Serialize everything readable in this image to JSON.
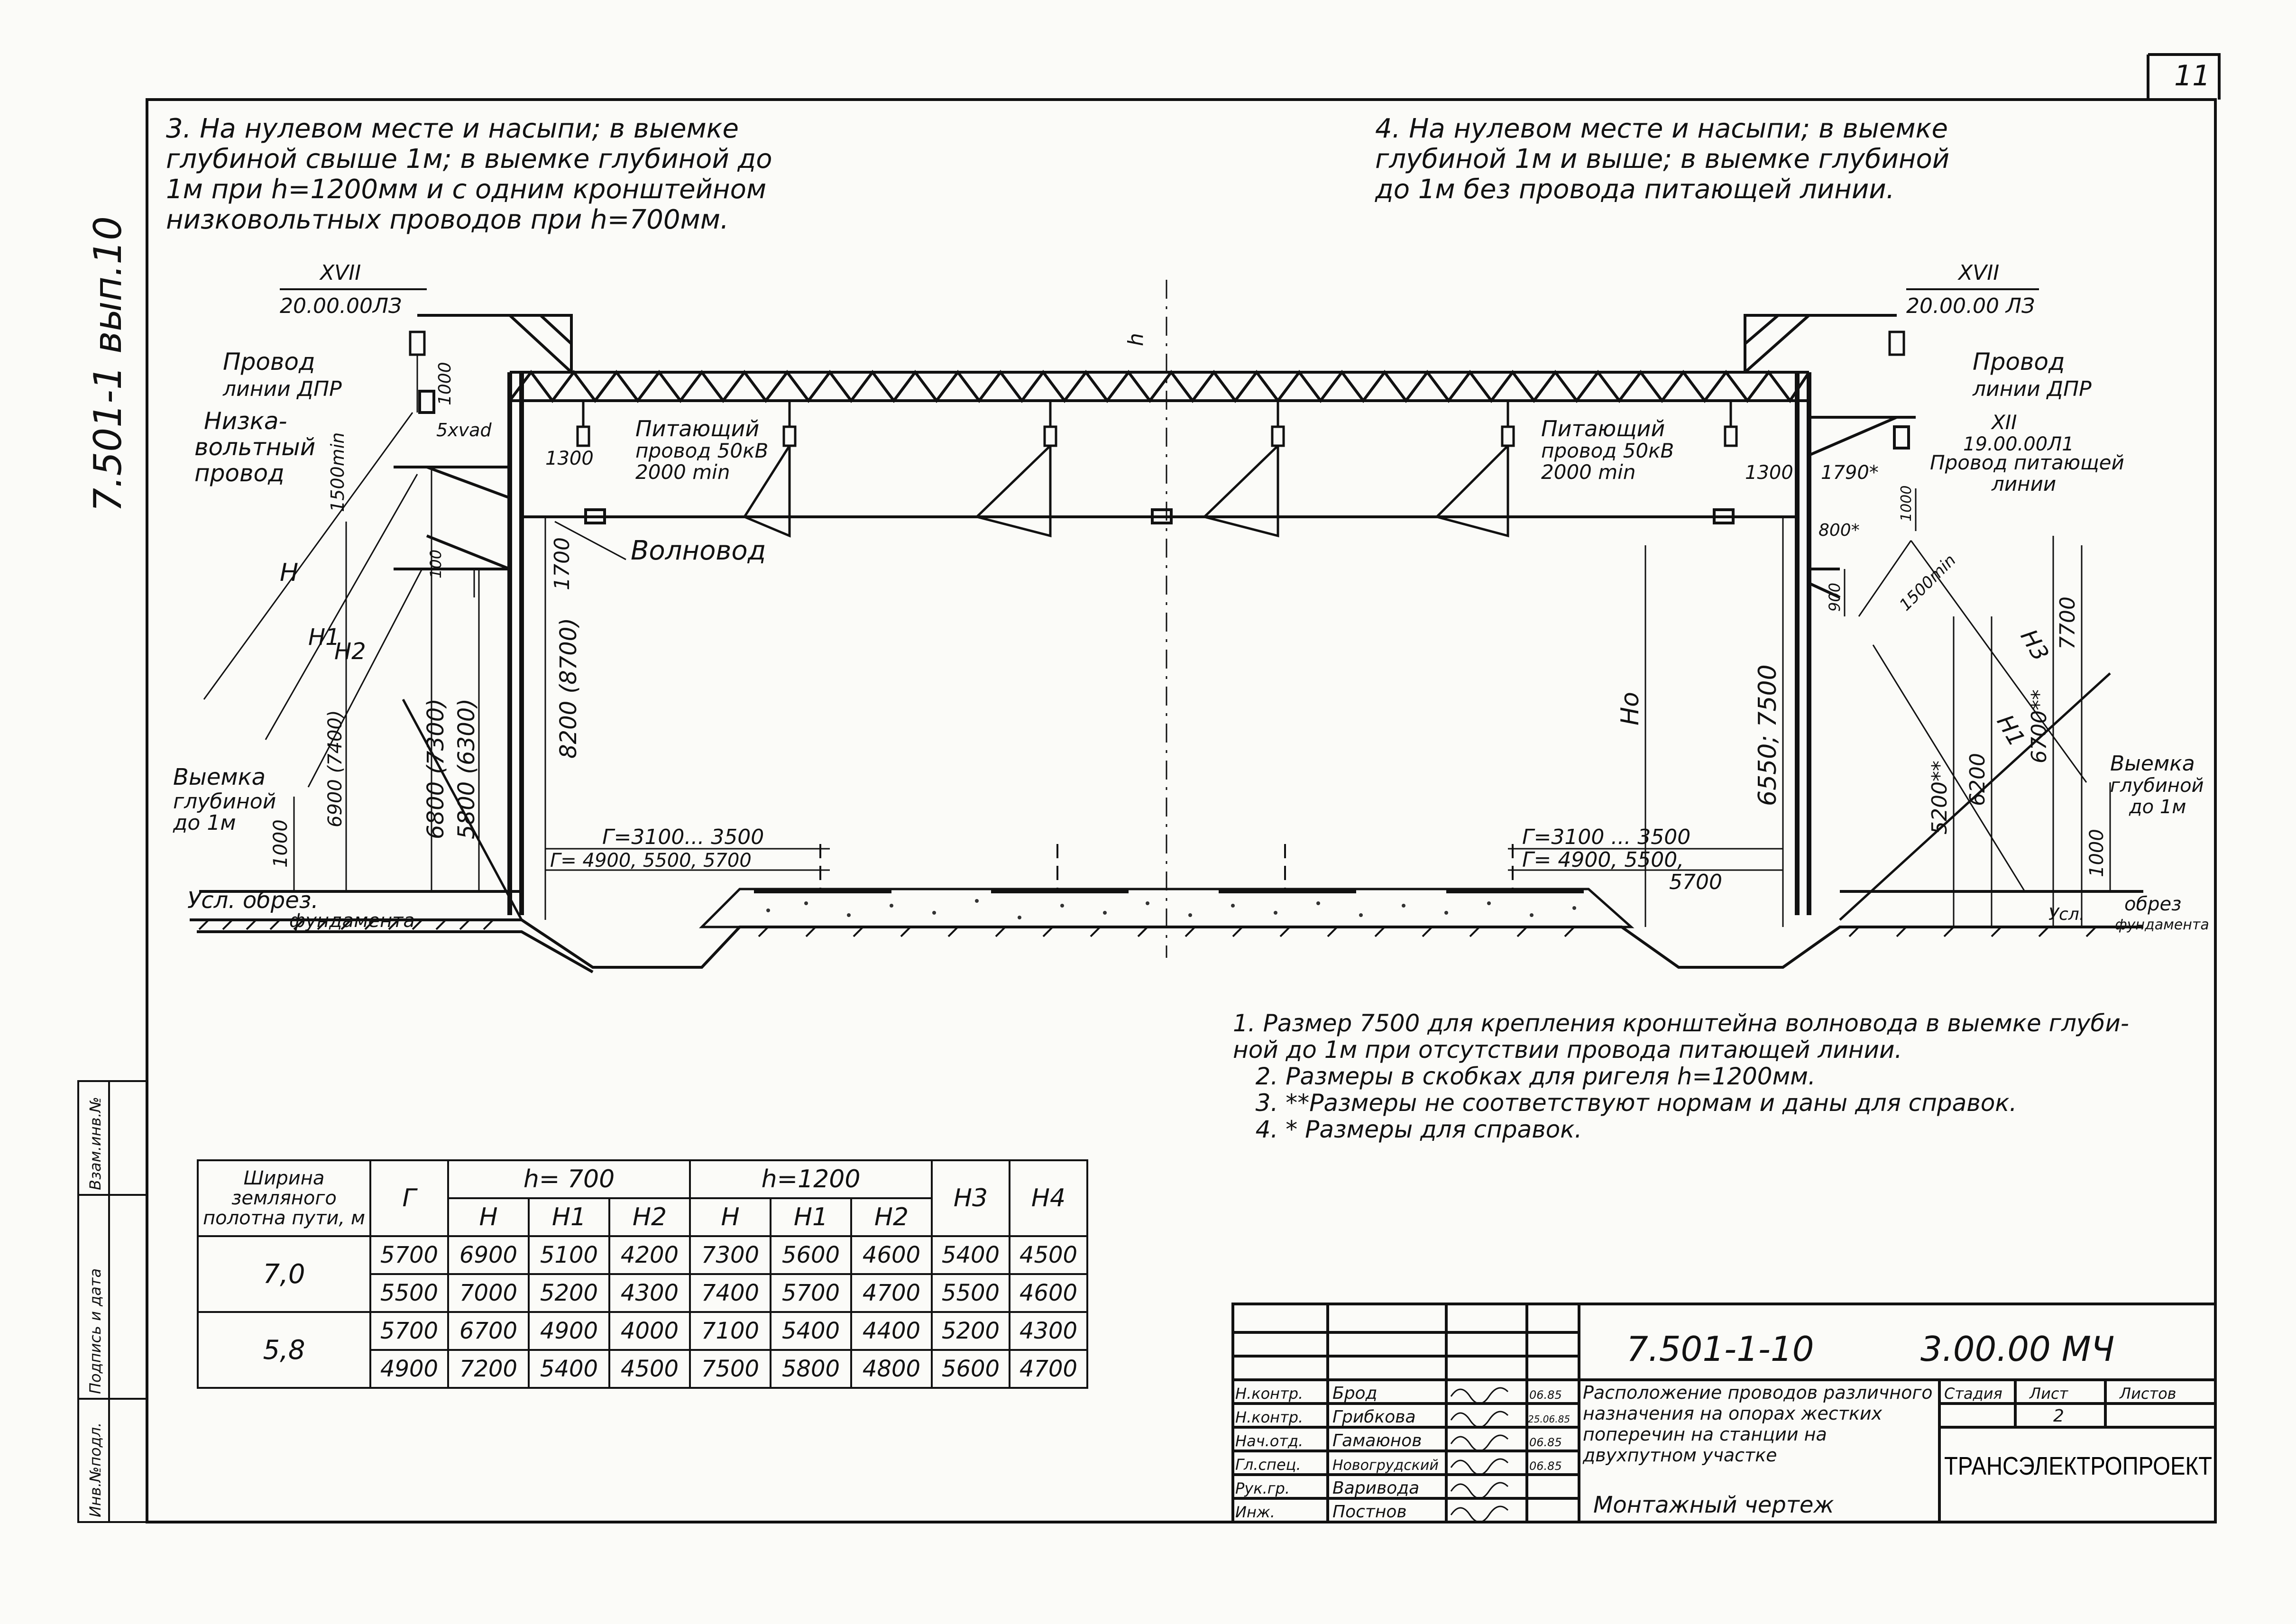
{
  "sheet_number": "11",
  "binding_code": "7.501-1 вып.10",
  "notes_top": {
    "left": "3. На нулевом месте и насыпи; в выемке\nглубиной свыше 1м; в выемке глубиной до\n1м при h=1200мм и с одним кронштейном\nнизковольтных проводов при h=700мм.",
    "right": "4. На нулевом месте и насыпи; в выемке\nглубиной 1м и выше; в выемке глубиной\nдо 1м без провода питающей линии."
  },
  "drawing": {
    "left_ref_roman": "XVII",
    "left_ref_code": "20.00.00ЛЗ",
    "right_ref_roman": "XVII",
    "right_ref_code": "20.00.00 ЛЗ",
    "right_ref2_roman": "XII",
    "right_ref2_code": "19.00.00Л1",
    "left_labels": {
      "wire_dpr_1": "Провод",
      "wire_dpr_2": "линии ДПР",
      "low_volt_1": "Низка-",
      "low_volt_2": "вольтный",
      "low_volt_3": "провод",
      "cut_1": "Выемка",
      "cut_2": "глубиной",
      "cut_3": "до 1м",
      "cond_1": "Усл. обрез.",
      "cond_2": "фундамента"
    },
    "right_labels": {
      "wire_dpr_1": "Провод",
      "wire_dpr_2": "линии ДПР",
      "feeder_1": "Провод питающей",
      "feeder_2": "линии",
      "cut_1": "Выемка",
      "cut_2": "глубиной",
      "cut_3": "до 1м",
      "cond_1": "Усл.",
      "cond_2": "обрез",
      "cond_3": "фундамента"
    },
    "feeder_left": [
      "Питающий",
      "провод 50кВ",
      "2000 min"
    ],
    "feeder_right": [
      "Питающий",
      "провод 50кВ",
      "2000 min"
    ],
    "waveguide": "Волновод",
    "gauge_left_1": "Г=3100... 3500",
    "gauge_left_2": "Г= 4900, 5500, 5700",
    "gauge_right_1": "Г=3100 ... 3500",
    "gauge_right_2": "Г= 4900, 5500,",
    "gauge_right_3": "5700",
    "dims": {
      "d1000a": "1000",
      "d5xvad": "5хvad",
      "d1500min": "1500min",
      "d1300l": "1300",
      "d100": "100",
      "d1700": "1700",
      "H": "H",
      "H1": "H1",
      "H2": "H2",
      "d6900": "6900 (7400)",
      "d6800": "6800 (7300)",
      "d5800": "5800 (6300)",
      "d8200": "8200 (8700)",
      "d1000b": "1000",
      "h": "h",
      "Ho": "Hо",
      "d6550": "6550; 7500",
      "d1300r": "1300",
      "d1790": "1790*",
      "d800": "800*",
      "d1000c": "1000",
      "d900": "900",
      "d1500min_r": "1500min",
      "H3": "H3",
      "H1r": "H1",
      "d7700": "7700",
      "d5200": "5200**",
      "d6200": "6200",
      "d6700": "6700**",
      "d1000d": "1000"
    }
  },
  "legend_notes": "1. Размер 7500 для крепления кронштейна волновода в выемке глуби-\nной до 1м при отсутствии провода питающей линии.\n   2. Размеры в скобках для ригеля h=1200мм.\n   3. **Размеры не соответствуют нормам и даны для справок.\n   4. * Размеры для справок.",
  "table": {
    "col_width": "Ширина земляного полотна пути, м",
    "col_G": "Г",
    "group_700": "h= 700",
    "group_1200": "h=1200",
    "sub": [
      "H",
      "H1",
      "H2",
      "H",
      "H1",
      "H2"
    ],
    "col_H3": "H3",
    "col_H4": "H4",
    "rows": [
      {
        "width": "7,0",
        "cells": [
          "5700",
          "6900",
          "5100",
          "4200",
          "7300",
          "5600",
          "4600",
          "5400",
          "4500"
        ]
      },
      {
        "width": "",
        "cells": [
          "5500",
          "7000",
          "5200",
          "4300",
          "7400",
          "5700",
          "4700",
          "5500",
          "4600"
        ]
      },
      {
        "width": "5,8",
        "cells": [
          "5700",
          "6700",
          "4900",
          "4000",
          "7100",
          "5400",
          "4400",
          "5200",
          "4300"
        ]
      },
      {
        "width": "",
        "cells": [
          "4900",
          "7200",
          "5400",
          "4500",
          "7500",
          "5800",
          "4800",
          "5600",
          "4700"
        ]
      }
    ]
  },
  "title_block": {
    "doc_code": "7.501-1-10",
    "sheet_code": "3.00.00 МЧ",
    "description": "Расположение проводов различного назначения на опорах жестких поперечин на станции на двухпутном участке",
    "drawing_type": "Монтажный чертеж",
    "stage_label": "Стадия",
    "sheet_label": "Лист",
    "sheets_label": "Листов",
    "sheet_value": "2",
    "org": "ТРАНСЭЛЕКТРОПРОЕКТ",
    "signers": [
      {
        "role": "Н.контр.",
        "name": "Брод",
        "date": "06.85"
      },
      {
        "role": "Н.контр.",
        "name": "Грибкова",
        "date": "25.06.85"
      },
      {
        "role": "Нач.отд.",
        "name": "Гамаюнов",
        "date": "06.85"
      },
      {
        "role": "Гл.спец.",
        "name": "Новогрудский",
        "date": "06.85"
      },
      {
        "role": "Рук.гр.",
        "name": "Варивода",
        "date": ""
      },
      {
        "role": "Инж.",
        "name": "Постнов",
        "date": ""
      }
    ]
  },
  "side_stamp": [
    "Инв.№подл.",
    "Подпись и дата",
    "Взам.инв.№"
  ]
}
